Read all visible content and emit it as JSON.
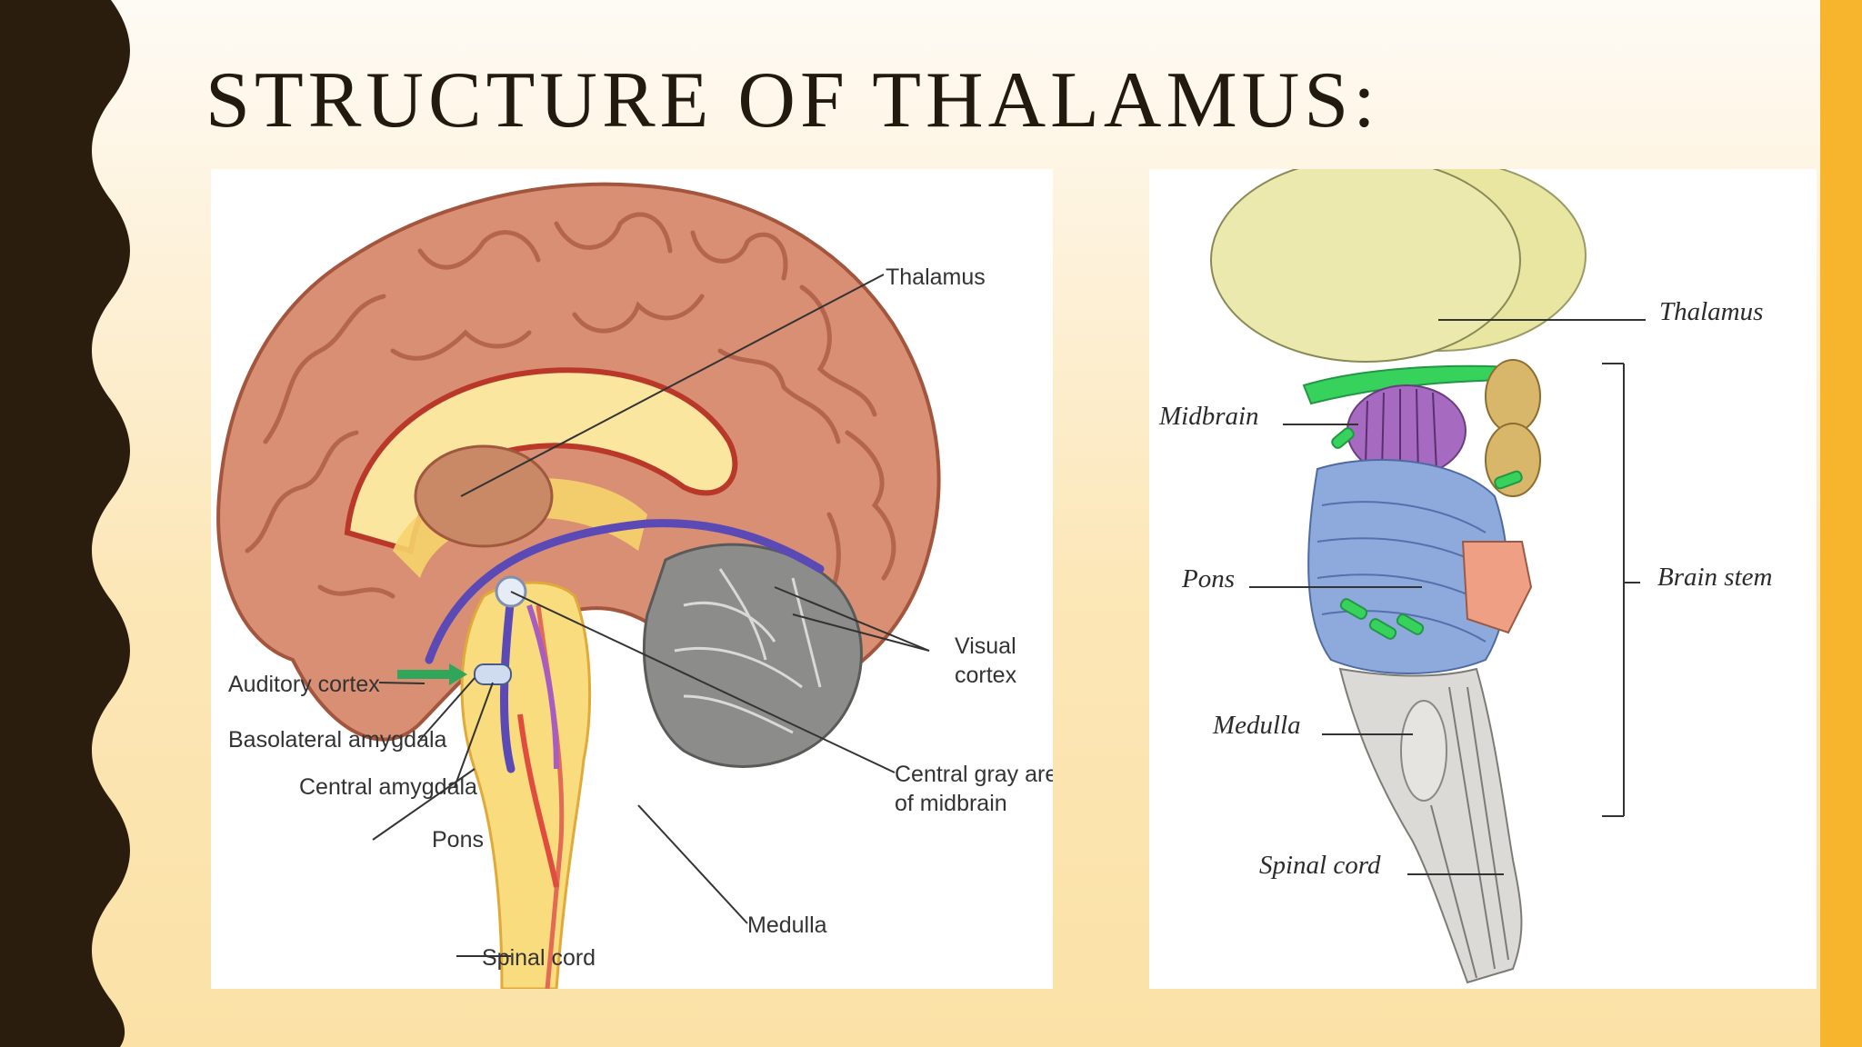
{
  "slide": {
    "title": "STRUCTURE OF THALAMUS:",
    "colors": {
      "left_band": "#2a1d0e",
      "right_bar": "#f6b52c",
      "background": "#fdf1d9"
    }
  },
  "left_diagram": {
    "labels": {
      "thalamus": "Thalamus",
      "visual_cortex_1": "Visual",
      "visual_cortex_2": "cortex",
      "auditory_cortex": "Auditory cortex",
      "basolateral_amygdala": "Basolateral amygdala",
      "central_amygdala": "Central amygdala",
      "pons": "Pons",
      "central_gray_1": "Central gray area",
      "central_gray_2": "of midbrain",
      "medulla": "Medulla",
      "spinal_cord": "Spinal cord"
    }
  },
  "right_diagram": {
    "labels": {
      "thalamus": "Thalamus",
      "midbrain": "Midbrain",
      "pons": "Pons",
      "brain_stem": "Brain stem",
      "medulla": "Medulla",
      "spinal_cord": "Spinal cord"
    }
  }
}
